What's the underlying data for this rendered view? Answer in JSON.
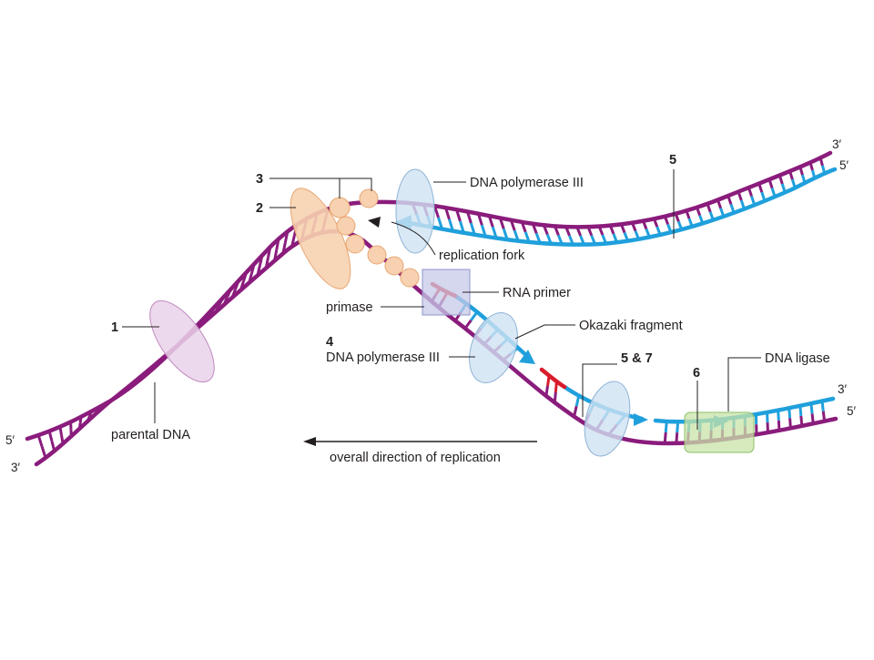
{
  "labels": {
    "dna_polymerase_top": "DNA polymerase III",
    "replication_fork": "replication fork",
    "rna_primer": "RNA primer",
    "primase": "primase",
    "okazaki_fragment": "Okazaki fragment",
    "dna_polymerase_lower": "DNA polymerase III",
    "parental_dna": "parental DNA",
    "dna_ligase": "DNA ligase",
    "overall_direction": "overall direction of replication"
  },
  "numbers": {
    "n1": "1",
    "n2": "2",
    "n3": "3",
    "n4": "4",
    "n5": "5",
    "n57": "5 & 7",
    "n6": "6"
  },
  "ends": {
    "top_right_3": "3′",
    "top_right_5": "5′",
    "bottom_right_3": "3′",
    "bottom_right_5": "5′",
    "left_5": "5′",
    "left_3": "3′"
  },
  "colors": {
    "parental_strand": "#8a1c7c",
    "new_strand": "#1fa0dc",
    "primer": "#d91c2b",
    "polymerase_fill": "#cfe2f3",
    "polymerase_stroke": "#8db3d6",
    "helicase_fill": "#f7d1b0",
    "helicase_stroke": "#e8a673",
    "primase_fill": "#c6c9e8",
    "primase_stroke": "#8f95c9",
    "ligase_fill": "#c8e3a8",
    "ligase_stroke": "#8cc066",
    "clamp_fill": "#ead2ea",
    "clamp_stroke": "#c08ac0"
  }
}
